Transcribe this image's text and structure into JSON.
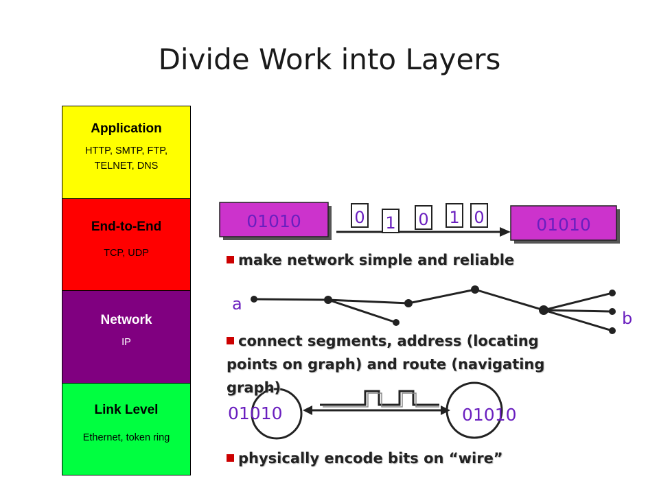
{
  "title": "Divide Work into Layers",
  "layers": [
    {
      "name": "Application",
      "protocols": "HTTP, SMTP, FTP, TELNET, DNS"
    },
    {
      "name": "End-to-End",
      "protocols": "TCP, UDP"
    },
    {
      "name": "Network",
      "protocols": "IP"
    },
    {
      "name": "Link Level",
      "protocols": "Ethernet, token ring"
    }
  ],
  "end_to_end": {
    "left_box": "01010",
    "right_box": "01010",
    "bits": [
      "0",
      "1",
      "0",
      "1",
      "0"
    ],
    "bullet": "make network simple and reliable"
  },
  "network": {
    "node_a": "a",
    "node_b": "b",
    "bullet": "connect segments, address (locating points on graph) and route (navigating graph)"
  },
  "link": {
    "left_label": "01010",
    "right_label": "01010",
    "bullet": "physically encode bits on “wire”"
  },
  "colors": {
    "application": "#ffff00",
    "end_to_end": "#ff0000",
    "network": "#800080",
    "link": "#00ff40",
    "box_fill": "#cc33cc",
    "label": "#6a1fbf",
    "bullet": "#cc0000"
  }
}
